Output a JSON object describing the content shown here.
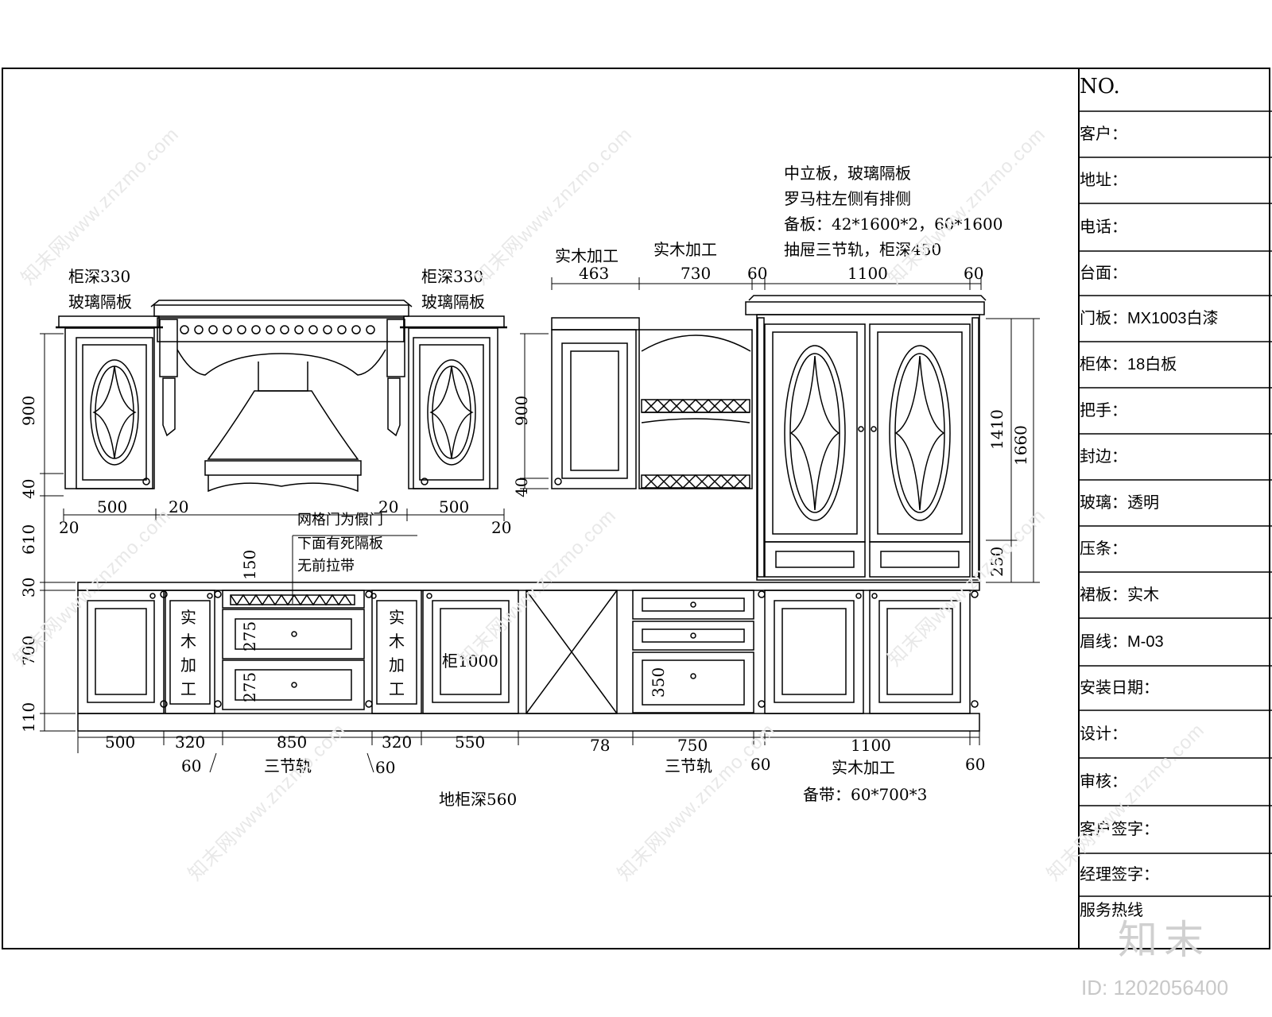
{
  "title_block": {
    "rows": [
      {
        "label": "NO."
      },
      {
        "label": "客户："
      },
      {
        "label": "地址："
      },
      {
        "label": "电话："
      },
      {
        "label": "台面："
      },
      {
        "label": "门板：MX1003白漆"
      },
      {
        "label": "柜体：18白板"
      },
      {
        "label": "把手："
      },
      {
        "label": "封边："
      },
      {
        "label": "玻璃：透明"
      },
      {
        "label": "压条："
      },
      {
        "label": "裙板：实木"
      },
      {
        "label": "眉线：M-03"
      },
      {
        "label": "安装日期："
      },
      {
        "label": "设计："
      },
      {
        "label": "审核："
      },
      {
        "label": "客户签字："
      },
      {
        "label": "经理签字："
      },
      {
        "label": "服务热线"
      }
    ]
  },
  "notes": {
    "upper_left_depth": "柜深330",
    "upper_left_glass": "玻璃隔板",
    "upper_right_depth": "柜深330",
    "upper_right_glass": "玻璃隔板",
    "solid_wood_1": "实木加工",
    "solid_wood_2": "实木加工",
    "tall_note_1": "中立板，玻璃隔板",
    "tall_note_2": "罗马柱左侧有排侧",
    "tall_note_3": "备板：42*1600*2，60*1600",
    "tall_note_4": "抽屉三节轨，柜深450",
    "grid_note_1": "网格门为假门",
    "grid_note_2": "下面有死隔板",
    "grid_note_3": "无前拉带",
    "cabinet_1000": "柜1000",
    "solid_wood_vertical": "实木加工",
    "rail_1": "三节轨",
    "rail_2": "三节轨",
    "solid_wood_bottom": "实木加工",
    "spare_strip": "备带：60*700*3",
    "base_depth": "地柜深560"
  },
  "dims": {
    "d900a": "900",
    "d40a": "40",
    "d610": "610",
    "d30": "30",
    "d700": "700",
    "d110": "110",
    "d900b": "900",
    "d40b": "40",
    "d500a": "500",
    "d20a": "20",
    "d20b": "20",
    "d20c": "20",
    "d500b": "500",
    "d20d": "20",
    "d150": "150",
    "d275a": "275",
    "d275b": "275",
    "d350": "350",
    "d463": "463",
    "d730": "730",
    "d60a": "60",
    "d1100a": "1100",
    "d60b": "60",
    "d1410": "1410",
    "d1660": "1660",
    "d250": "250",
    "b500": "500",
    "b320a": "320",
    "b850": "850",
    "b320b": "320",
    "b550": "550",
    "b78": "78",
    "b750": "750",
    "b1100": "1100",
    "b60a": "60",
    "b60b": "60",
    "b60c": "60",
    "b60d": "60"
  },
  "watermark": "知末网www.znzmo.com",
  "brand": "知末",
  "image_id": "ID: 1202056400"
}
